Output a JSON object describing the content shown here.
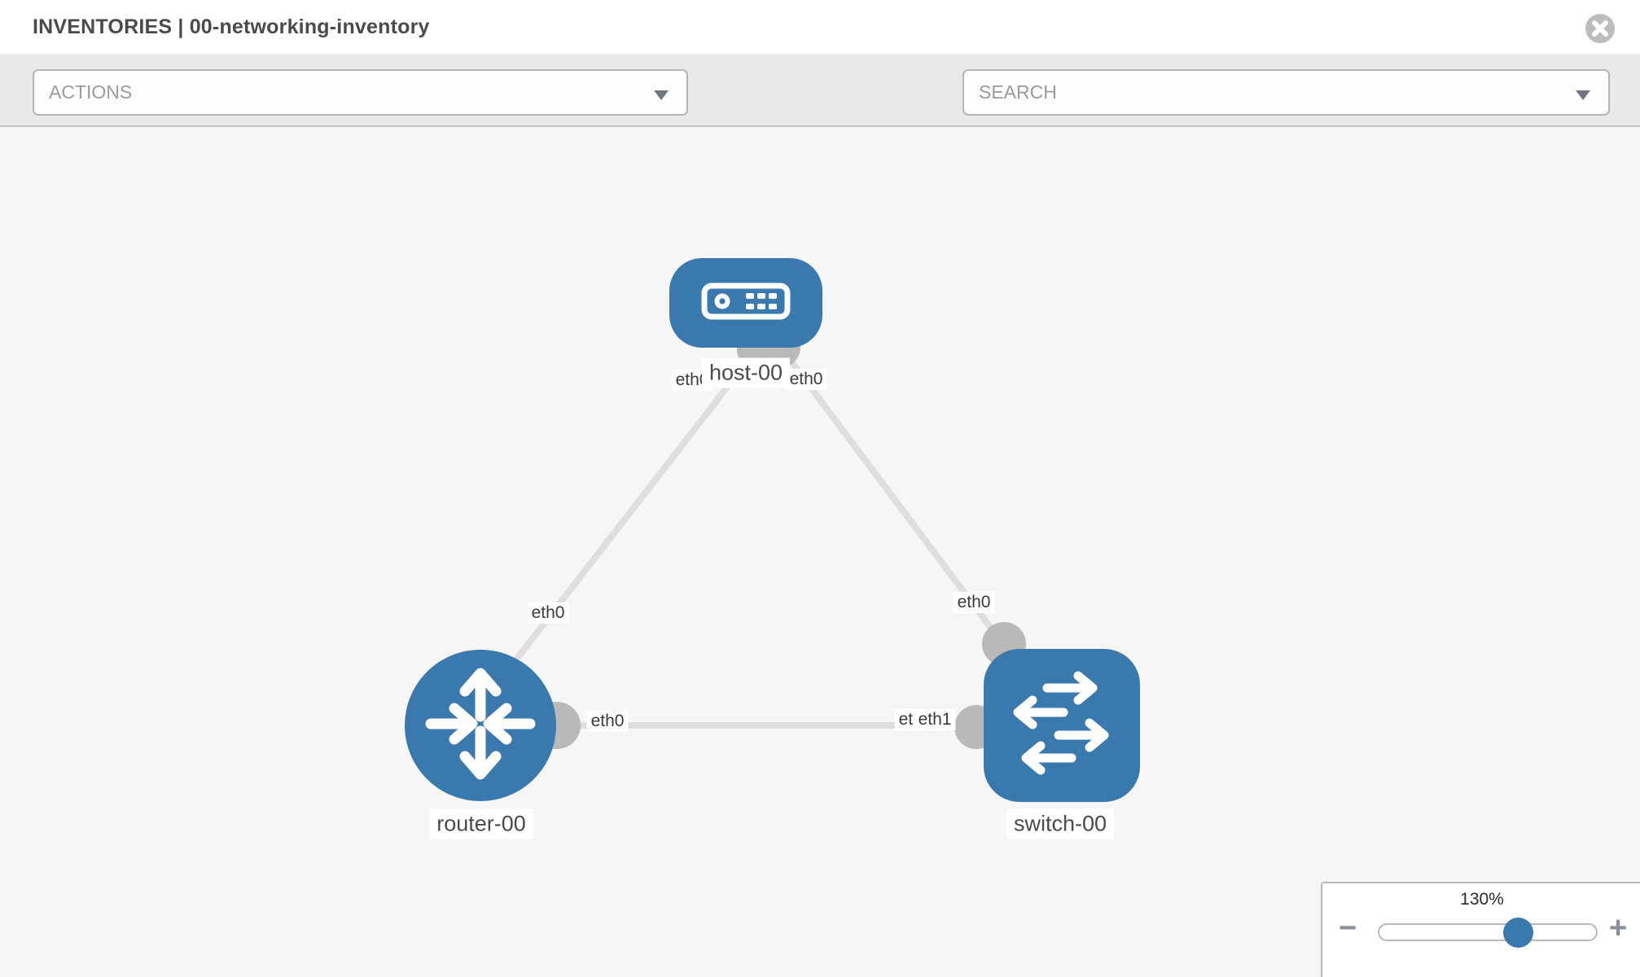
{
  "header": {
    "title": "INVENTORIES | 00-networking-inventory"
  },
  "toolbar": {
    "actions": {
      "placeholder": "ACTIONS"
    },
    "search": {
      "placeholder": "SEARCH"
    },
    "icons": [
      "wrench-icon",
      "key-icon"
    ]
  },
  "topology": {
    "nodes": [
      {
        "label": "host-00",
        "type": "host",
        "icon": "server-icon"
      },
      {
        "label": "router-00",
        "type": "router",
        "icon": "router-arrows-icon"
      },
      {
        "label": "switch-00",
        "type": "switch",
        "icon": "switch-arrows-icon"
      }
    ],
    "links": [
      {
        "from": "host-00",
        "to": "router-00",
        "from_if": "eth0",
        "to_if": "eth0"
      },
      {
        "from": "host-00",
        "to": "switch-00",
        "from_if": "eth0",
        "to_if": "eth0"
      },
      {
        "from": "router-00",
        "to": "switch-00",
        "from_if": "eth0",
        "to_if_back": "eth0",
        "to_if_front": "eth1"
      }
    ]
  },
  "zoom": {
    "level": "130%",
    "minus": "−",
    "plus": "+"
  },
  "colors": {
    "node_blue": "#3a79ae",
    "link_gray": "#dedede",
    "port_gray": "#b9b9b9",
    "toolbar_bg": "#e9e9e9",
    "canvas_bg": "#f6f6f6",
    "close_gray": "#bcbcbc"
  }
}
